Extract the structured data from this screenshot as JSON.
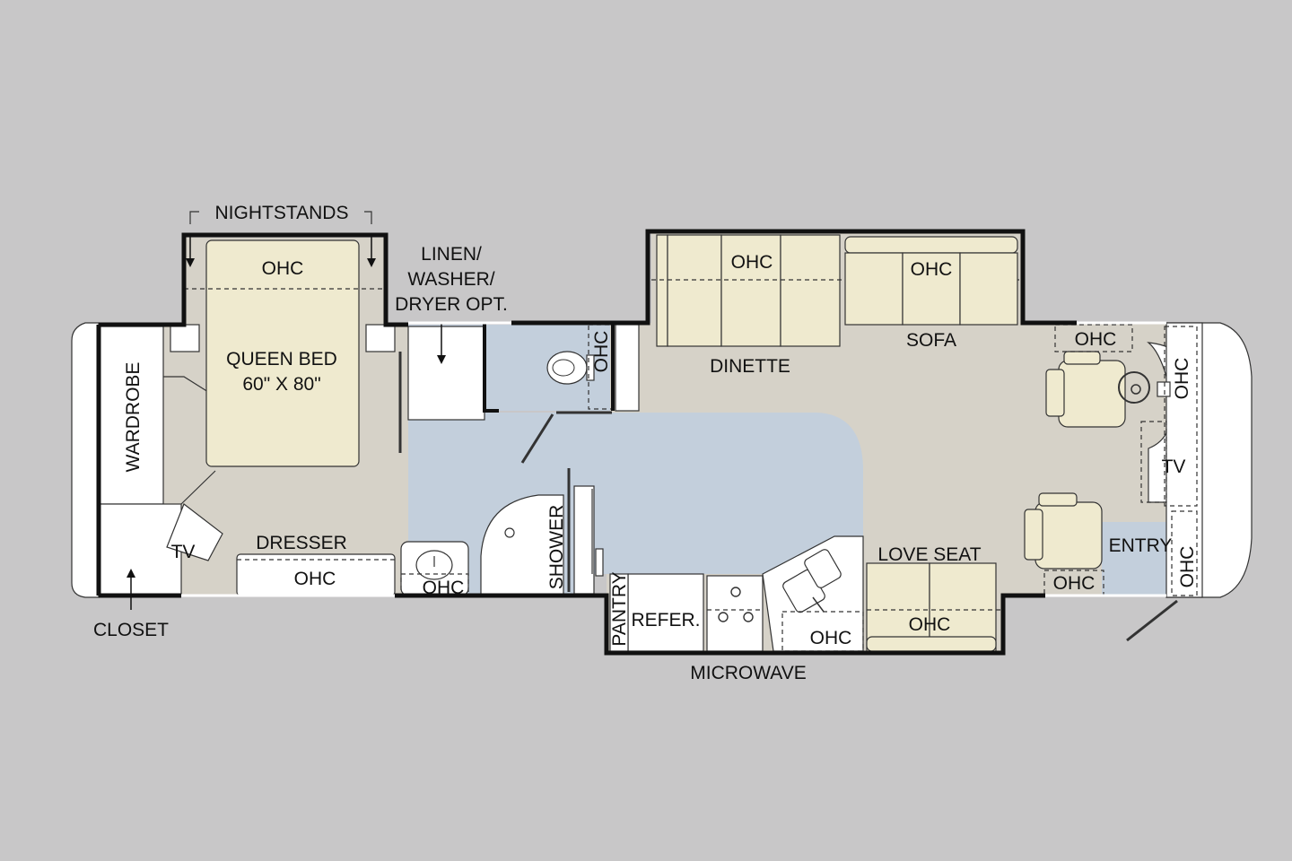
{
  "labels": {
    "nightstands": "NIGHTSTANDS",
    "ohc": "OHC",
    "queen_bed_line1": "QUEEN BED",
    "queen_bed_line2": "60\" X 80\"",
    "linen_line1": "LINEN/",
    "linen_line2": "WASHER/",
    "linen_line3": "DRYER OPT.",
    "wardrobe": "WARDROBE",
    "tv": "TV",
    "dresser": "DRESSER",
    "closet": "CLOSET",
    "shower": "SHOWER",
    "dinette": "DINETTE",
    "sofa": "SOFA",
    "love_seat": "LOVE SEAT",
    "pantry": "PANTRY",
    "refer": "REFER.",
    "microwave": "MICROWAVE",
    "entry": "ENTRY"
  },
  "colors": {
    "background": "#c8c7c8",
    "floor": "#d6d2c8",
    "bath": "#c3cfdc",
    "furniture": "#efeacf",
    "wall": "#111111"
  }
}
